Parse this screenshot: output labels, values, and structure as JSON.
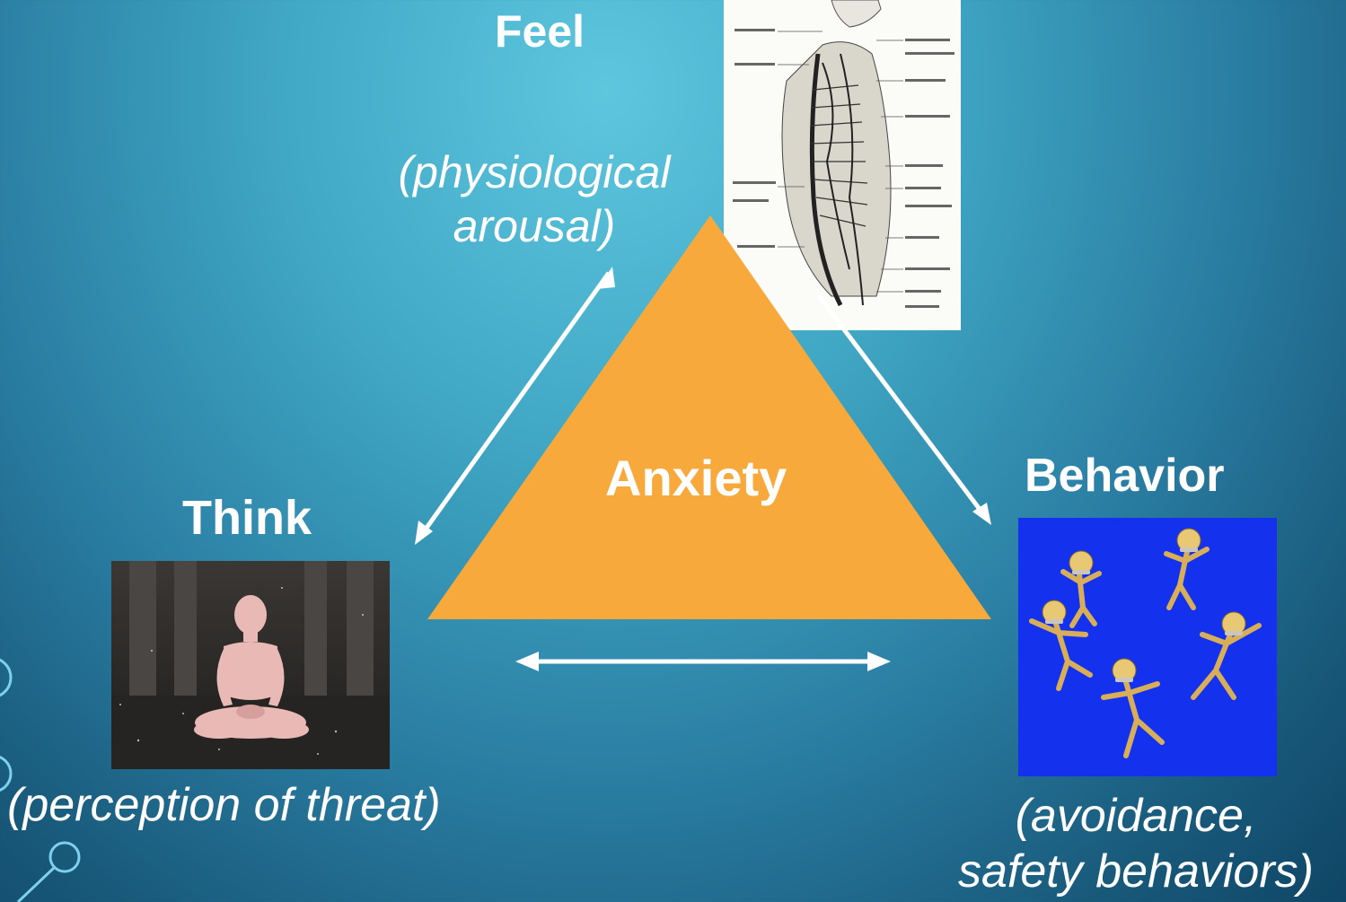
{
  "center": {
    "label": "Anxiety",
    "color": "#f8a93c"
  },
  "feel": {
    "title": "Feel",
    "subtitle_line1": "(physiological",
    "subtitle_line2": "arousal)"
  },
  "think": {
    "title": "Think",
    "subtitle": "(perception of threat)"
  },
  "behavior": {
    "title": "Behavior",
    "subtitle_line1": "(avoidance,",
    "subtitle_line2": "safety behaviors)"
  },
  "images": {
    "nervous_system": "nervous-system-illustration",
    "meditation": "meditating-figure",
    "dancing_figures": "dancing-gold-figures"
  }
}
